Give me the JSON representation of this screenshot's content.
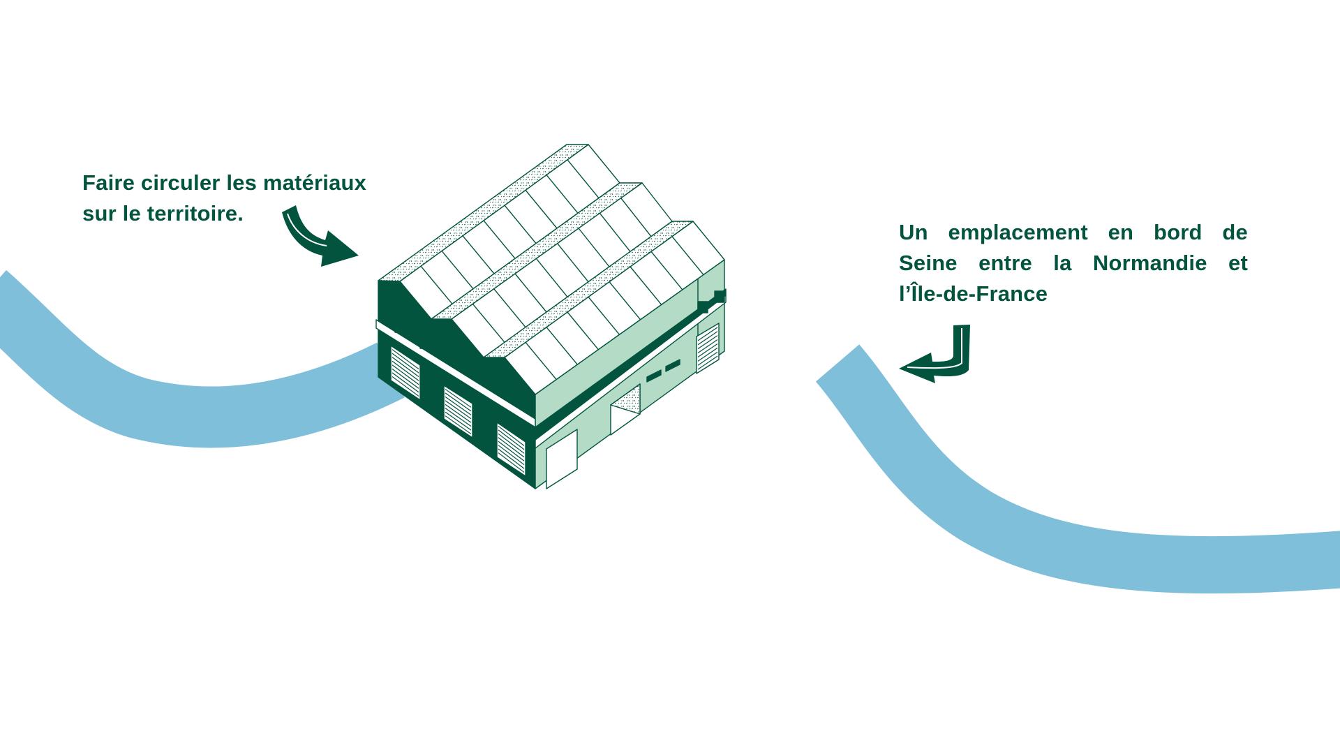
{
  "captions": {
    "left": {
      "lines": [
        "Faire circuler les matériaux",
        "sur le territoire."
      ]
    },
    "right": {
      "lines": [
        "Un emplacement en bord de",
        "Seine entre la Normandie et",
        "l’Île-de-France"
      ]
    }
  },
  "colors": {
    "dark_green": "#03543f",
    "light_green": "#b3dbc5",
    "river": "#7fbfd9",
    "text": "#03543f"
  },
  "icons": [
    "curved-arrow-right-icon",
    "curved-arrow-left-icon",
    "warehouse-illustration",
    "river-illustration"
  ]
}
